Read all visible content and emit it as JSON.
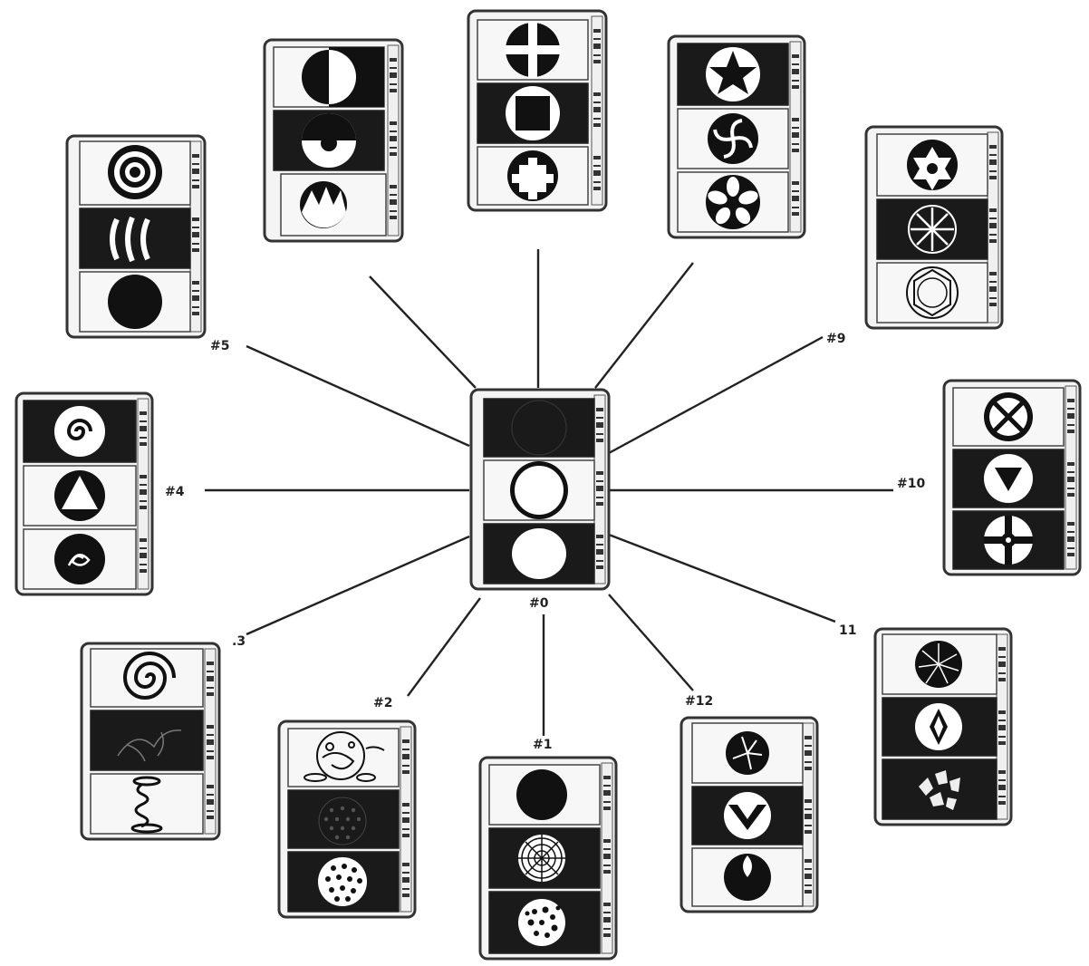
{
  "diagram": {
    "hub": {
      "label": "#0"
    },
    "labels": {
      "n1": "#1",
      "n2": "#2",
      "n3": ".3",
      "n4": "#4",
      "n5": "#5",
      "n9": "#9",
      "n10": "#10",
      "n11": "11",
      "n12": "#12"
    },
    "colors": {
      "ink": "#1a1a1a",
      "paper": "#f7f7f7",
      "line": "#222222"
    }
  }
}
